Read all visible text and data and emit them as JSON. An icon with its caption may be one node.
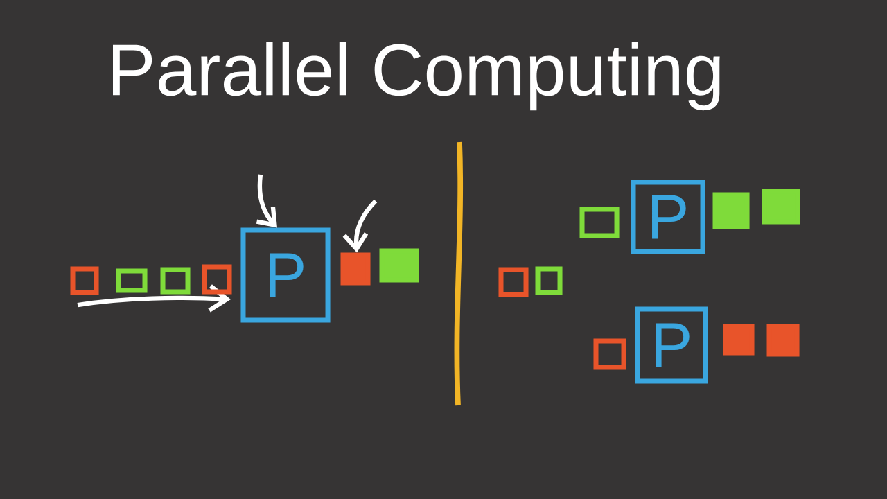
{
  "diagram": {
    "title": "Parallel Computing",
    "nodes": [
      {
        "text": [],
        "shape": "box"
      },
      {
        "text": [],
        "shape": "box"
      },
      {
        "text": [],
        "shape": "box"
      },
      {
        "text": [],
        "shape": "box"
      },
      {
        "text": [
          "P"
        ]
      },
      {
        "text": [],
        "shape": "box"
      },
      {
        "text": [],
        "shape": "box"
      },
      {
        "text": [],
        "shape": "box"
      },
      {
        "text": [],
        "shape": "box"
      },
      {
        "text": [],
        "shape": "box"
      },
      {
        "text": [
          "P"
        ]
      },
      {
        "text": [],
        "shape": "box"
      },
      {
        "text": [],
        "shape": "box"
      },
      {
        "text": [],
        "shape": "box"
      },
      {
        "text": [
          "P"
        ]
      },
      {
        "text": [],
        "shape": "box"
      },
      {
        "text": [],
        "shape": "box"
      }
    ],
    "edges": [
      {
        "from": null,
        "to": 4,
        "arrow": "to"
      },
      {
        "from": null,
        "to": 5,
        "arrow": "to"
      }
    ]
  }
}
